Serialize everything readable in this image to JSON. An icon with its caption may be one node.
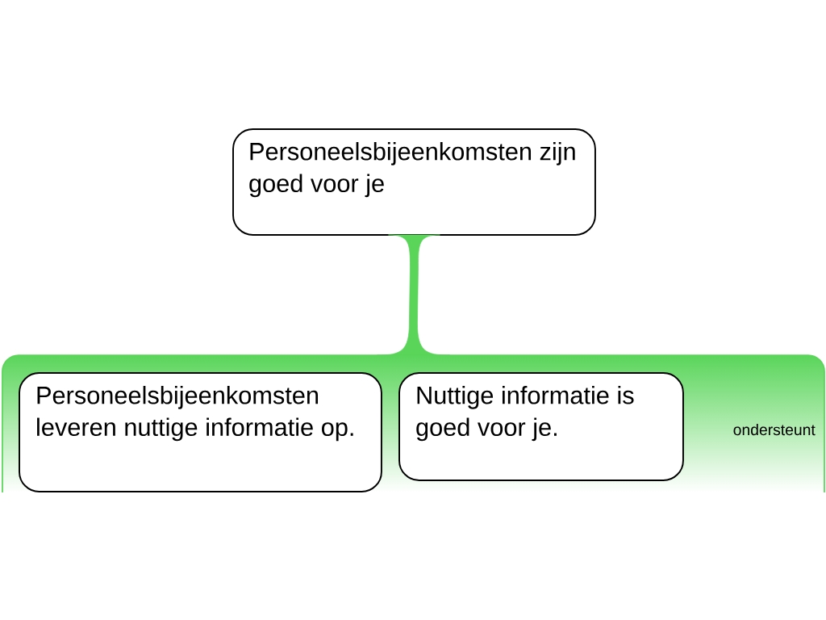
{
  "diagram": {
    "nodes": [
      {
        "text": [
          "Personeelsbijeenkomsten zijn goed voor je"
        ]
      },
      {
        "text": [
          "ondersteunt"
        ]
      },
      {
        "text": [
          "Personeelsbijeenkomsten leveren nuttige informatie op."
        ],
        "in": 1
      },
      {
        "text": [
          "Nuttige informatie is goed voor je."
        ],
        "in": 1
      }
    ],
    "edges": [
      {
        "from": 1,
        "to": 0,
        "arrow": "none"
      }
    ]
  }
}
